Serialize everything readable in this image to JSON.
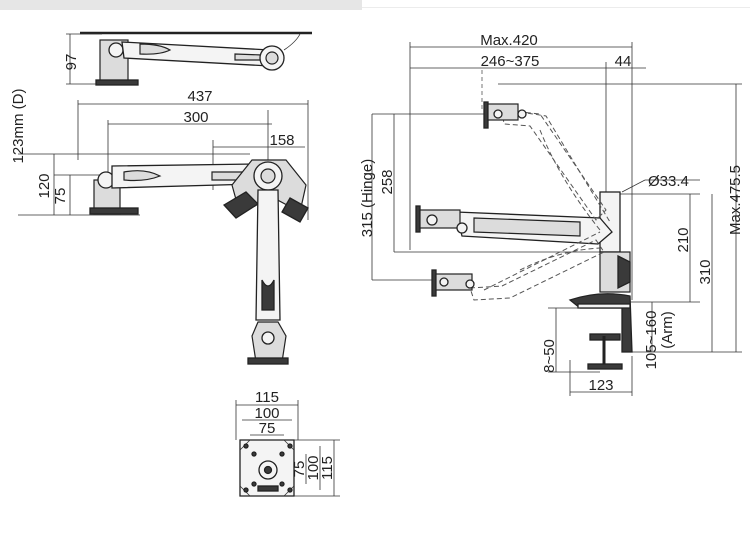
{
  "top_view": {
    "height": "97",
    "depth": "123mm (D)"
  },
  "plan_view": {
    "width_total": "437",
    "width_mid": "300",
    "width_short": "158",
    "h_large": "120",
    "h_small": "75"
  },
  "vesa_plate": {
    "w115": "115",
    "w100": "100",
    "w75": "75",
    "h75": "75",
    "h100": "100",
    "h115": "115"
  },
  "side_view": {
    "max_reach": "Max.420",
    "reach_range": "246~375",
    "offset": "44",
    "pole_diameter": "Ø33.4",
    "hinge": "315 (Hinge)",
    "h258": "258",
    "h210": "210",
    "h310": "310",
    "max_height": "Max.475.5",
    "arm_height": "105~160",
    "arm_label": "(Arm)",
    "clamp_range": "8~50",
    "clamp_width": "123"
  }
}
